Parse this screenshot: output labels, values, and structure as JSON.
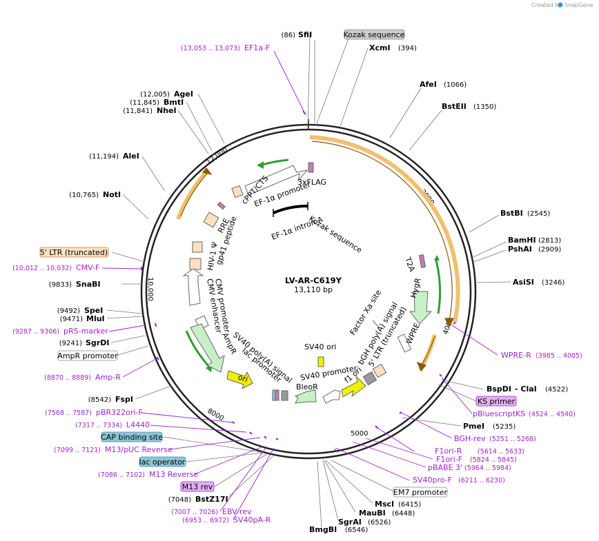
{
  "credit": {
    "prefix": "Created by",
    "brand": "SnapGene"
  },
  "plasmid": {
    "name": "LV-AR-C619Y",
    "size": "13,110 bp"
  },
  "ticks": [
    "2000",
    "4000",
    "5000",
    "8000",
    "10,000",
    "12,000"
  ],
  "colors": {
    "primer": "#a020d0",
    "orange_feature": "#f0c070",
    "arrow_green": "#2e9e2e",
    "backbone": "#222222"
  },
  "sites": [
    {
      "name": "SfiI",
      "pos": "(86)"
    },
    {
      "name": "XcmI",
      "pos": "(394)"
    },
    {
      "name": "AfeI",
      "pos": "(1066)"
    },
    {
      "name": "BstEII",
      "pos": "(1350)"
    },
    {
      "name": "BstBI",
      "pos": "(2545)"
    },
    {
      "name": "BamHI",
      "pos": "(2813)"
    },
    {
      "name": "PshAI",
      "pos": "(2909)"
    },
    {
      "name": "AsiSI",
      "pos": "(3246)"
    },
    {
      "name": "BspDI",
      "pos": "(4522)",
      "extra": "- ClaI"
    },
    {
      "name": "PmeI",
      "pos": "(5235)"
    },
    {
      "name": "MscI",
      "pos": "(6415)"
    },
    {
      "name": "MauBI",
      "pos": "(6448)"
    },
    {
      "name": "SgrAI",
      "pos": "(6526)"
    },
    {
      "name": "BmgBI",
      "pos": "(6546)"
    },
    {
      "name": "BstZ17I",
      "pos": "(7048)"
    },
    {
      "name": "FspI",
      "pos": "(8542)"
    },
    {
      "name": "SgrDI",
      "pos": "(9241)"
    },
    {
      "name": "MluI",
      "pos": "(9471)"
    },
    {
      "name": "SpeI",
      "pos": "(9492)"
    },
    {
      "name": "SnaBI",
      "pos": "(9833)"
    },
    {
      "name": "NotI",
      "pos": "(10,765)"
    },
    {
      "name": "AleI",
      "pos": "(11,194)"
    },
    {
      "name": "NheI",
      "pos": "(11,841)"
    },
    {
      "name": "BmtI",
      "pos": "(11,845)"
    },
    {
      "name": "AgeI",
      "pos": "(12,005)"
    }
  ],
  "primers": [
    {
      "name": "EF1a-F",
      "pos": "(13,053 .. 13,073)"
    },
    {
      "name": "CMV-F",
      "pos": "(10,012 .. 10,032)"
    },
    {
      "name": "pRS-marker",
      "pos": "(9287 .. 9306)"
    },
    {
      "name": "Amp-R",
      "pos": "(8870 .. 8889)"
    },
    {
      "name": "pBR322ori-F",
      "pos": "(7568 .. 7587)"
    },
    {
      "name": "L4440",
      "pos": "(7317 .. 7334)"
    },
    {
      "name": "M13/pUC Reverse",
      "pos": "(7099 .. 7121)"
    },
    {
      "name": "M13 Reverse",
      "pos": "(7086 .. 7102)"
    },
    {
      "name": "EBV-rev",
      "pos": "(7007 .. 7026)"
    },
    {
      "name": "SV40pA-R",
      "pos": "(6953 .. 6972)"
    },
    {
      "name": "WPRE-R",
      "pos": "(3985 .. 4005)"
    },
    {
      "name": "pBluescriptKS",
      "pos": "(4524 .. 4540)"
    },
    {
      "name": "BGH-rev",
      "pos": "(5251 .. 5268)"
    },
    {
      "name": "F1ori-R",
      "pos": "(5614 .. 5633)"
    },
    {
      "name": "F1ori-F",
      "pos": "(5824 .. 5845)"
    },
    {
      "name": "pBABE 3'",
      "pos": "(5964 .. 5984)"
    },
    {
      "name": "SV40pro-F",
      "pos": "(6211 .. 6230)"
    }
  ],
  "boxed_labels": [
    {
      "name": "Kozak sequence",
      "style": "gray"
    },
    {
      "name": "5' LTR (truncated)",
      "style": "peach"
    },
    {
      "name": "AmpR promoter",
      "style": "white"
    },
    {
      "name": "CAP binding site",
      "style": "teal"
    },
    {
      "name": "lac operator",
      "style": "teal"
    },
    {
      "name": "M13 rev",
      "style": "violet"
    },
    {
      "name": "KS primer",
      "style": "violet"
    },
    {
      "name": "EM7 promoter",
      "style": "white"
    }
  ],
  "features": {
    "flag": "3xFLAG",
    "ef1a_promoter": "EF-1α promoter",
    "kozak_inner": "Kozak sequence",
    "ef1a_intron": "EF-1α intron A",
    "cppt": "cPPT/CTS",
    "rre": "RRE",
    "gp41": "gp41 peptide",
    "hiv": "HIV-1 Ψ",
    "cmv_promoter": "CMV promoter",
    "cmv_enhancer": "CMV enhancer",
    "ampr": "AmpR",
    "sv40_polya": "SV40 poly(A) signal",
    "lac_promoter": "lac promoter",
    "ori": "ori",
    "t2a": "T2A",
    "hygr": "HygR",
    "wpre": "WPRE",
    "factor_xa": "Factor Xa site",
    "bgh": "bGH poly(A) signal",
    "ltr5_trunc": "5' LTR (truncated)",
    "f1ori": "f1 ori",
    "sv40_ori": "SV40 ori",
    "sv40_promoter": "SV40 promoter",
    "bleor": "BleoR"
  }
}
